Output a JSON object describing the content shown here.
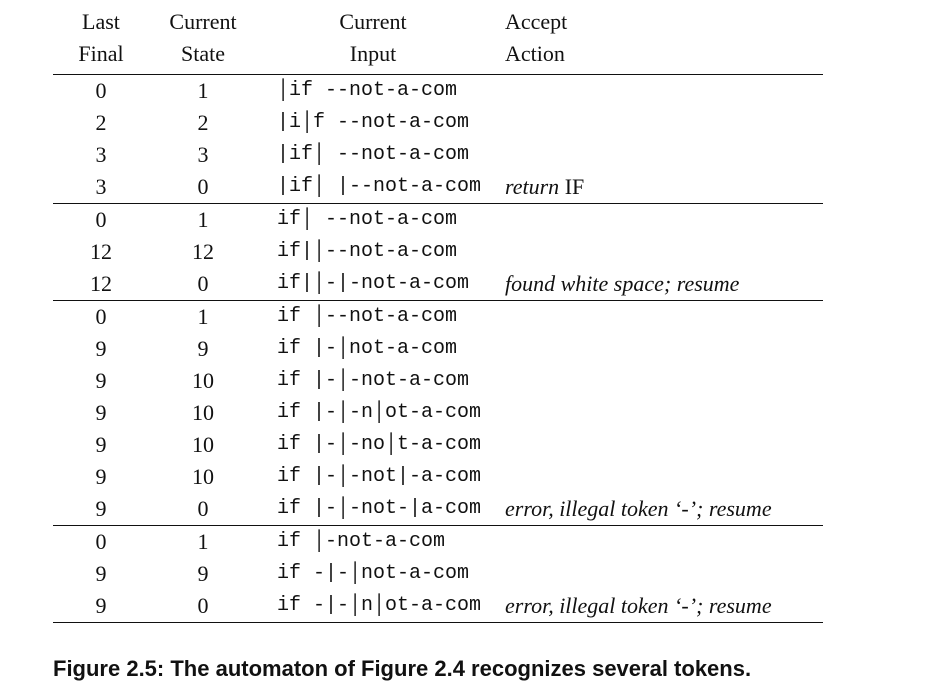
{
  "headers": {
    "col1": [
      "Last",
      "Final"
    ],
    "col2": [
      "Current",
      "State"
    ],
    "col3": [
      "Current",
      "Input"
    ],
    "col4": [
      "Accept",
      "Action"
    ]
  },
  "groups": [
    {
      "rows": [
        {
          "last": "0",
          "state": "1",
          "input": "│if --not-a-com",
          "action": ""
        },
        {
          "last": "2",
          "state": "2",
          "input": "|i│f --not-a-com",
          "action": ""
        },
        {
          "last": "3",
          "state": "3",
          "input": "|if│ --not-a-com",
          "action": ""
        },
        {
          "last": "3",
          "state": "0",
          "input": "|if│ |--not-a-com",
          "action": "return ",
          "action_upright": "IF"
        }
      ]
    },
    {
      "rows": [
        {
          "last": "0",
          "state": "1",
          "input": "if│ --not-a-com",
          "action": ""
        },
        {
          "last": "12",
          "state": "12",
          "input": "if|│--not-a-com",
          "action": ""
        },
        {
          "last": "12",
          "state": "0",
          "input": "if|│-|-not-a-com",
          "action": "found white space; resume"
        }
      ]
    },
    {
      "rows": [
        {
          "last": "0",
          "state": "1",
          "input": "if │--not-a-com",
          "action": ""
        },
        {
          "last": "9",
          "state": "9",
          "input": "if |-│not-a-com",
          "action": ""
        },
        {
          "last": "9",
          "state": "10",
          "input": "if |-│-not-a-com",
          "action": ""
        },
        {
          "last": "9",
          "state": "10",
          "input": "if |-│-n│ot-a-com",
          "action": ""
        },
        {
          "last": "9",
          "state": "10",
          "input": "if |-│-no│t-a-com",
          "action": ""
        },
        {
          "last": "9",
          "state": "10",
          "input": "if |-│-not|-a-com",
          "action": ""
        },
        {
          "last": "9",
          "state": "0",
          "input": "if |-│-not-|a-com",
          "action": "error, illegal token ‘-’; resume"
        }
      ]
    },
    {
      "rows": [
        {
          "last": "0",
          "state": "1",
          "input": "if │-not-a-com",
          "action": ""
        },
        {
          "last": "9",
          "state": "9",
          "input": "if -|-│not-a-com",
          "action": ""
        },
        {
          "last": "9",
          "state": "0",
          "input": "if -|-│n│ot-a-com",
          "action": "error, illegal token ‘-’; resume"
        }
      ]
    }
  ],
  "caption": "Figure 2.5: The automaton of Figure 2.4 recognizes several tokens."
}
